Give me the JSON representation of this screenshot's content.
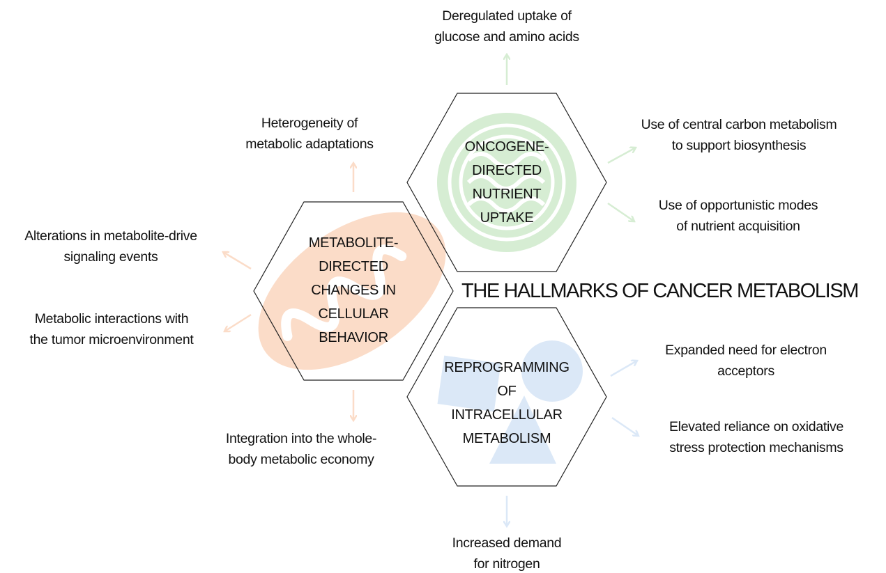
{
  "title": "THE HALLMARKS OF CANCER METABOLISM",
  "colors": {
    "green": "#d6edd3",
    "orange": "#fbdcc8",
    "blue": "#dbe8f7",
    "outline": "#222222"
  },
  "hexagons": {
    "top": {
      "lines": [
        "ONCOGENE-",
        "DIRECTED",
        "NUTRIENT",
        "UPTAKE"
      ],
      "icon": "mitochondrion-icon",
      "color": "#d6edd3"
    },
    "left": {
      "lines": [
        "METABOLITE-",
        "DIRECTED",
        "CHANGES IN",
        "CELLULAR",
        "BEHAVIOR"
      ],
      "icon": "mitochondrion-icon",
      "color": "#fbdcc8"
    },
    "bottom": {
      "lines": [
        "REPROGRAMMING",
        "OF",
        "INTRACELLULAR",
        "METABOLISM"
      ],
      "icon": "shapes-icon",
      "color": "#dbe8f7"
    }
  },
  "labels": {
    "top_up": [
      "Deregulated uptake of",
      "glucose and amino acids"
    ],
    "top_right_1": [
      "Use of central carbon metabolism",
      "to support biosynthesis"
    ],
    "top_right_2": [
      "Use of opportunistic modes",
      "of nutrient acquisition"
    ],
    "left_up": [
      "Heterogeneity of",
      "metabolic adaptations"
    ],
    "left_left_1": [
      "Alterations in metabolite-drive",
      "signaling events"
    ],
    "left_left_2": [
      "Metabolic interactions with",
      "the tumor microenvironment"
    ],
    "left_down": [
      "Integration into the whole-",
      "body metabolic economy"
    ],
    "bottom_right_1": [
      "Expanded need for electron",
      "acceptors"
    ],
    "bottom_right_2": [
      "Elevated reliance on oxidative",
      "stress protection mechanisms"
    ],
    "bottom_down": [
      "Increased demand",
      "for nitrogen"
    ]
  }
}
